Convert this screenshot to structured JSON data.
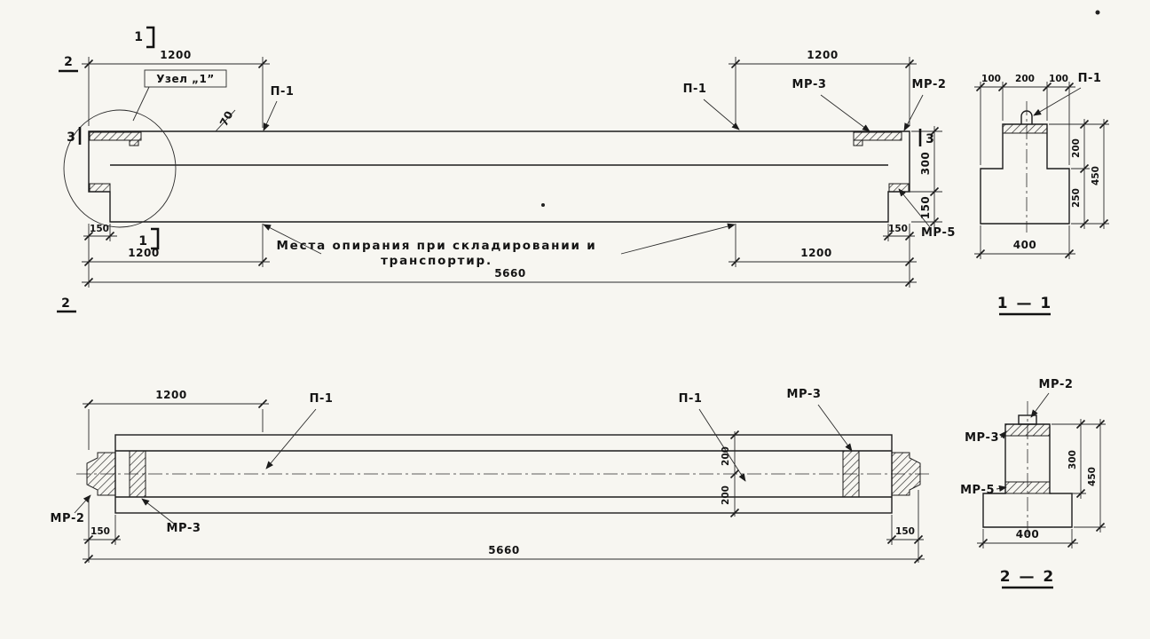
{
  "colors": {
    "paper": "#f7f6f1",
    "ink": "#1c1c1c"
  },
  "top_view": {
    "uzel_label": "Узел „1”",
    "p1_left": "П-1",
    "p1_right": "П-1",
    "mr3": "МР-3",
    "mr2": "МР-2",
    "mr5": "МР-5",
    "dim_plate": "70",
    "dim_top_left": "1200",
    "dim_top_right": "1200",
    "dim_height_upper": "300",
    "dim_height_lower": "150",
    "dim_bottom_left_offset": "150",
    "dim_bottom_left": "1200",
    "dim_bottom_right": "1200",
    "dim_bottom_right_offset": "150",
    "dim_overall": "5660",
    "note_line1": "Места опирания при складировании и",
    "note_line2": "транспортир.",
    "marker_1_top": "1",
    "marker_1_bottom": "1",
    "marker_2_top": "2",
    "marker_2_bottom": "2",
    "marker_3_left": "3",
    "marker_3_right": "3"
  },
  "section_1_1": {
    "title": "1 — 1",
    "p1": "П-1",
    "dim_top": [
      "100",
      "200",
      "100"
    ],
    "dim_right_upper": "200",
    "dim_right_lower": "250",
    "dim_right_total": "450",
    "dim_bottom": "400"
  },
  "bottom_view": {
    "dim_top_left": "1200",
    "p1_left": "П-1",
    "p1_right": "П-1",
    "mr3_right": "МР-3",
    "mr2_left": "МР-2",
    "mr3_left": "МР-3",
    "dim_half_width_top": "200",
    "dim_half_width_bottom": "200",
    "dim_left_offset": "150",
    "dim_right_offset": "150",
    "dim_overall": "5660"
  },
  "section_2_2": {
    "title": "2 — 2",
    "mr2": "МР-2",
    "mr3": "МР-3",
    "mr5": "МР-5",
    "dim_right_upper": "300",
    "dim_right_total": "450",
    "dim_bottom": "400"
  }
}
